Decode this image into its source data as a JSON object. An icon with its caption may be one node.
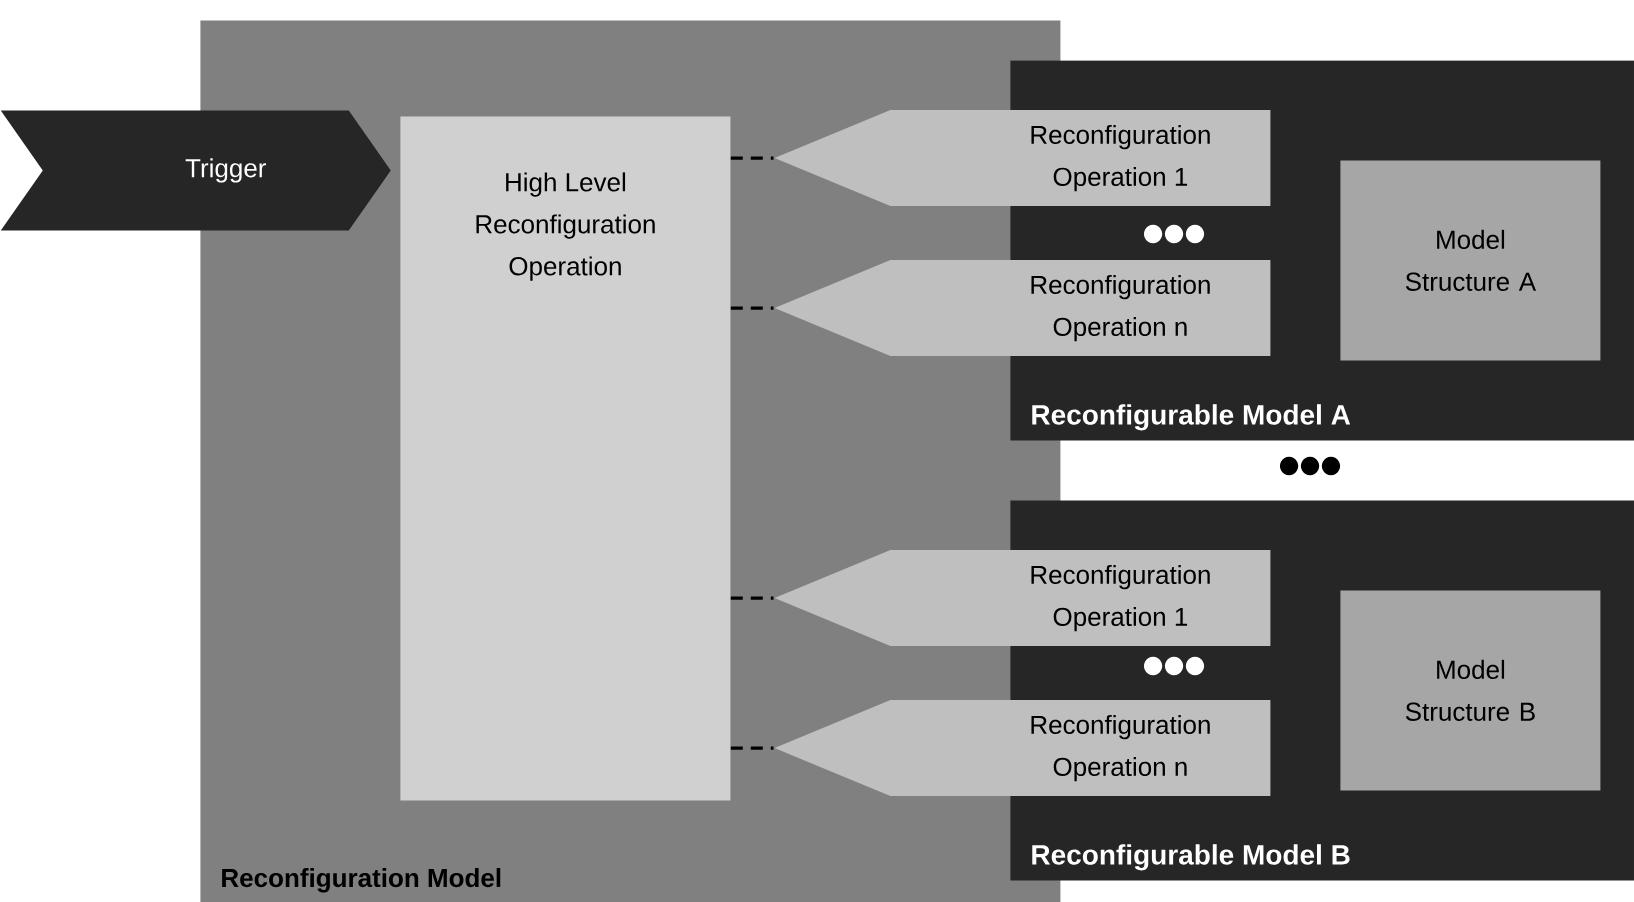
{
  "diagram": {
    "nodes": [
      {
        "text": [
          "Reconfiguration Model"
        ]
      },
      {
        "text": [
          "Trigger"
        ]
      },
      {
        "text": [
          "High Level Reconfiguration Operation"
        ],
        "in": 0
      },
      {
        "text": [
          "Reconfigurable Model A"
        ]
      },
      {
        "text": [
          "Reconfiguration Operation 1"
        ]
      },
      {
        "text": [
          "Reconfiguration Operation n"
        ]
      },
      {
        "text": [
          "Model Structure A"
        ],
        "in": 3
      },
      {
        "text": [
          "Reconfigurable Model B"
        ]
      },
      {
        "text": [
          "Reconfiguration Operation 1"
        ]
      },
      {
        "text": [
          "Reconfiguration Operation n"
        ]
      },
      {
        "text": [
          "Model Structure B"
        ],
        "in": 7
      }
    ],
    "edges": [
      {
        "from": 2,
        "to": 4,
        "arrow": "none",
        "style": "dashed"
      },
      {
        "from": 2,
        "to": 5,
        "arrow": "none",
        "style": "dashed"
      },
      {
        "from": 2,
        "to": 8,
        "arrow": "none",
        "style": "dashed"
      },
      {
        "from": 2,
        "to": 9,
        "arrow": "none",
        "style": "dashed"
      }
    ],
    "labels": [
      "●●●",
      "●●●",
      "●●●"
    ]
  }
}
